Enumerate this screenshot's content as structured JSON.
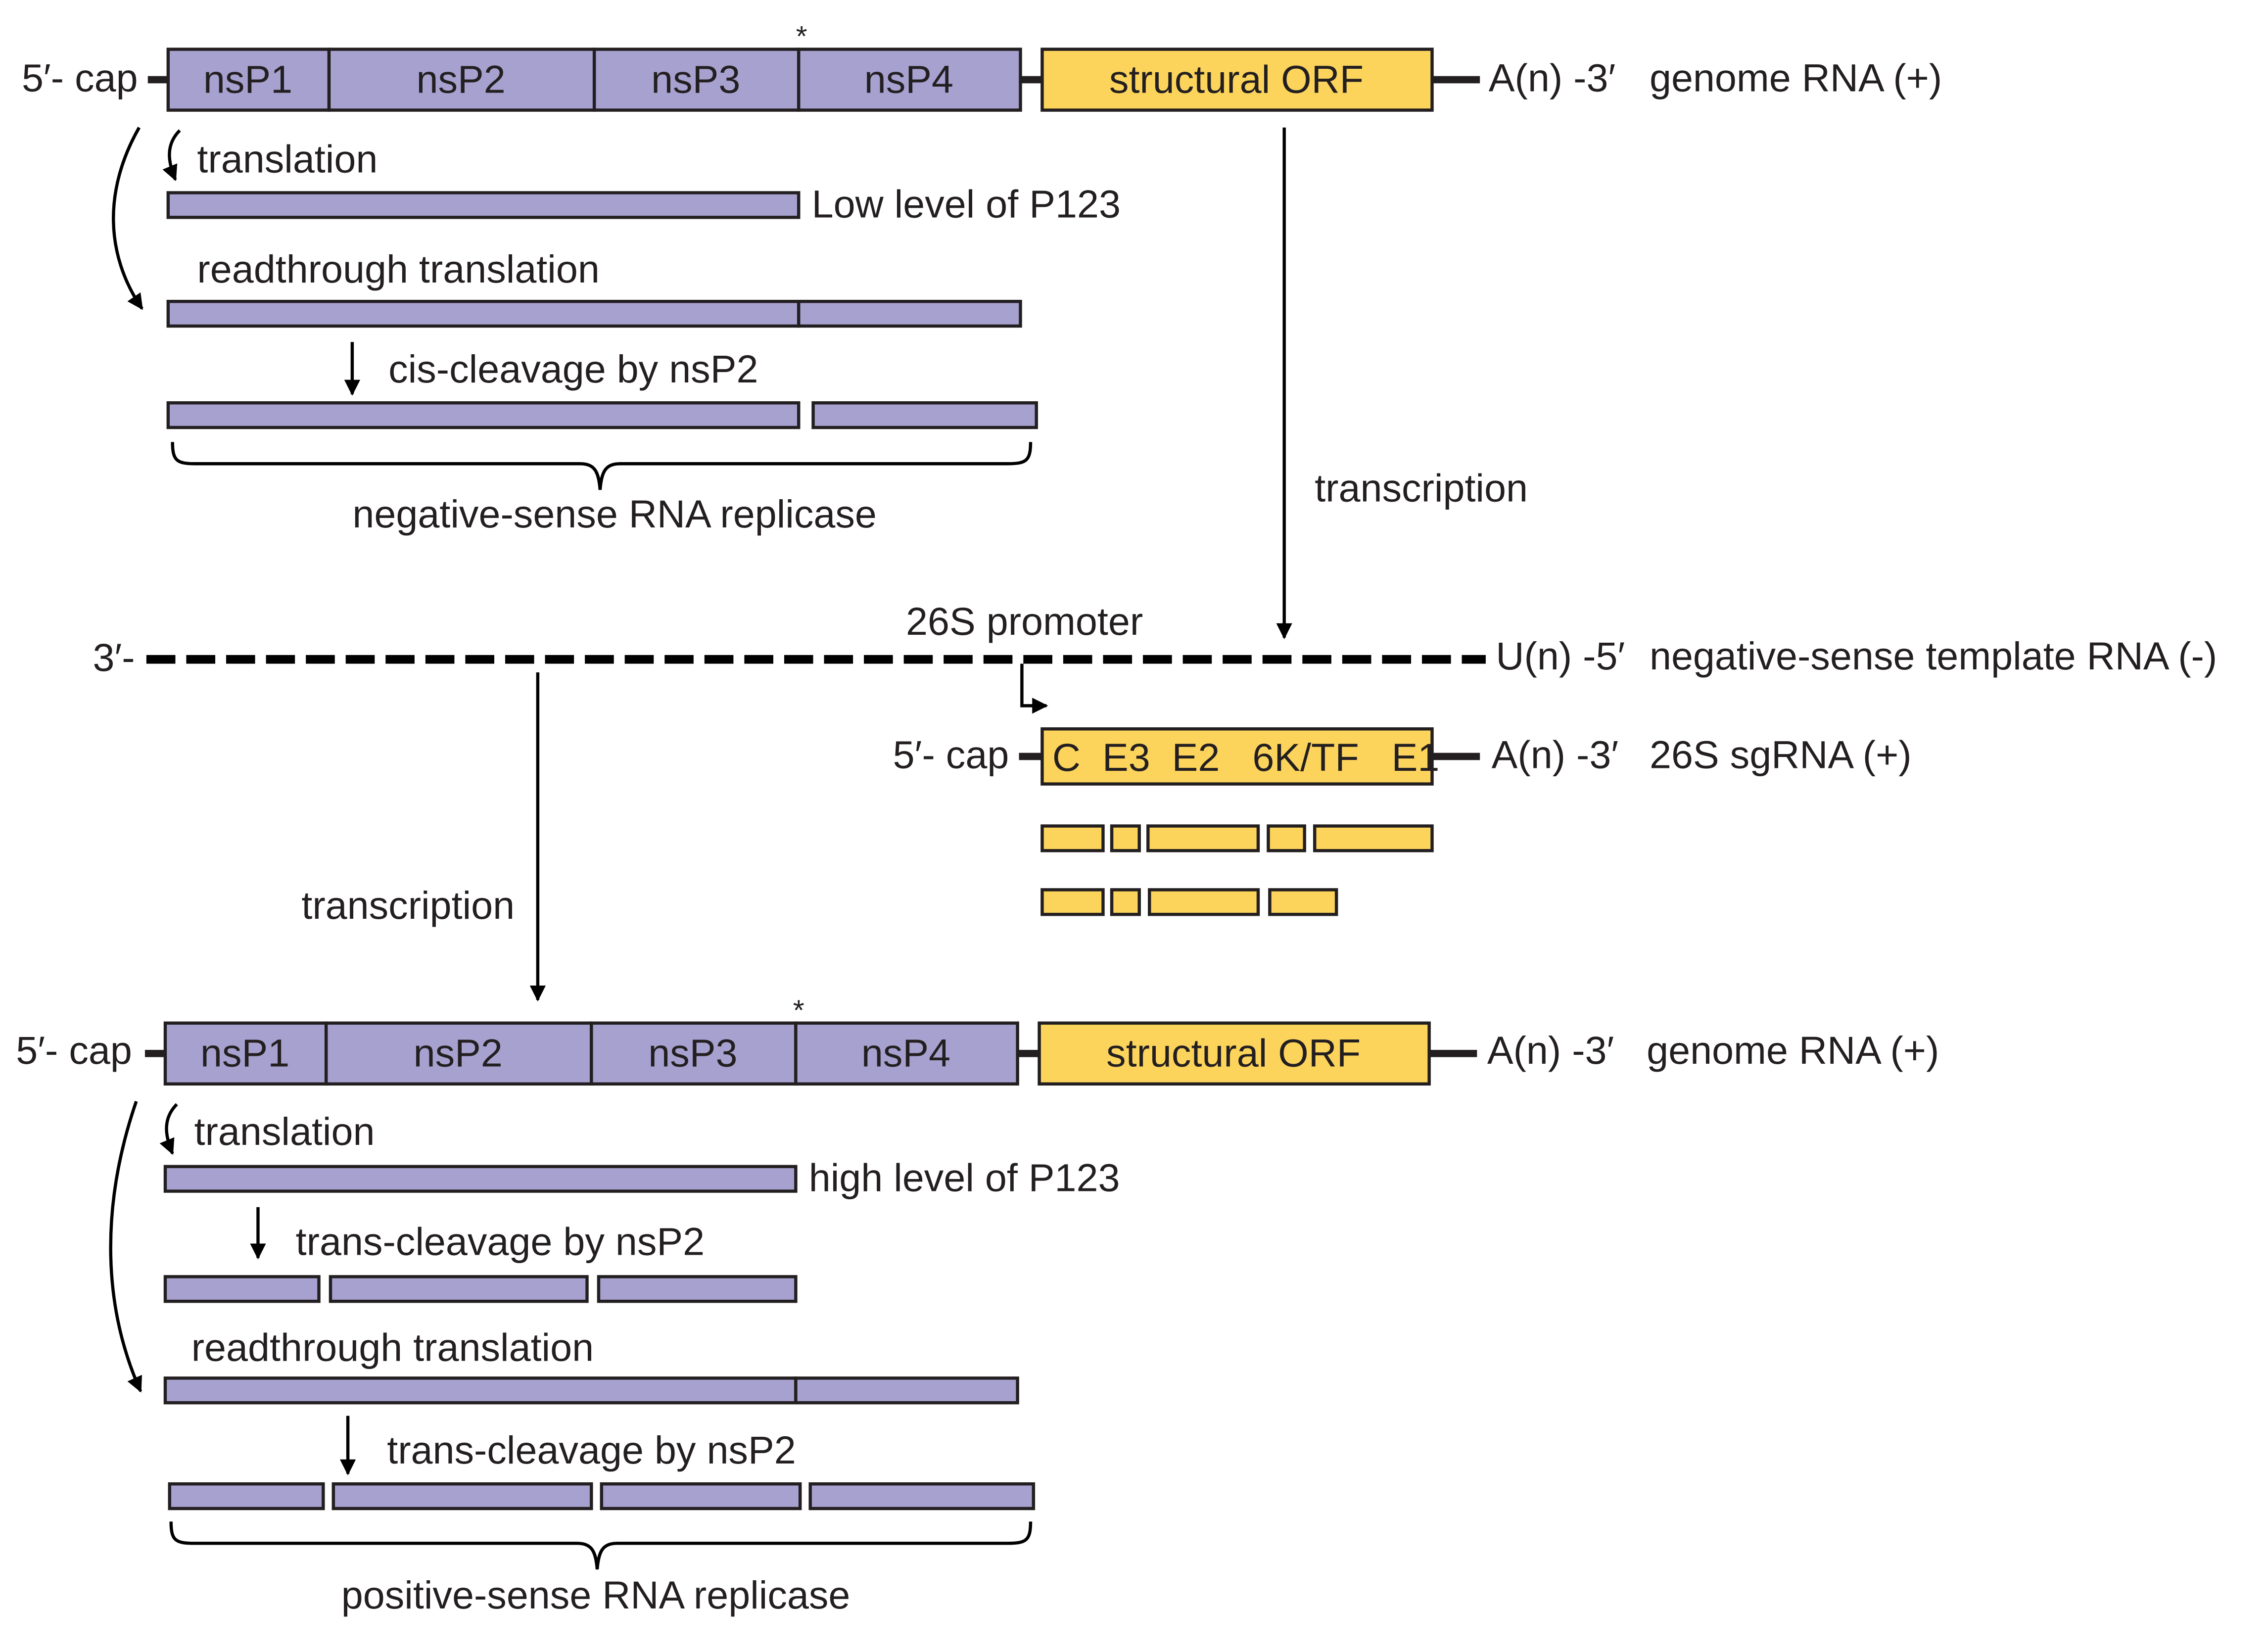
{
  "colors": {
    "nonstructural": "#A6A1CF",
    "structural": "#FCD45C",
    "outline": "#231F20"
  },
  "top_genome": {
    "five_prime": "5′- cap",
    "segments": [
      "nsP1",
      "nsP2",
      "nsP3",
      "nsP4"
    ],
    "asterisk": "*",
    "structural": "structural ORF",
    "three_prime": "A(n) -3′",
    "name": "genome RNA (+)"
  },
  "top_steps": {
    "translation": "translation",
    "p123_label": "Low level of P123",
    "readthrough": "readthrough translation",
    "cleavage": "cis-cleavage by nsP2",
    "replicase": "negative-sense RNA replicase",
    "transcription_right": "transcription"
  },
  "template": {
    "three_prime": "3′-",
    "promoter": "26S promoter",
    "five_prime": "U(n) -5′",
    "name": "negative-sense template RNA (-)"
  },
  "sgrna": {
    "five_prime": "5′- cap",
    "genes": "C  E3  E2   6K/TF   E1",
    "three_prime": "A(n) -3′",
    "name": "26S sgRNA (+)"
  },
  "middle": {
    "transcription_left": "transcription"
  },
  "bottom_genome": {
    "five_prime": "5′- cap",
    "segments": [
      "nsP1",
      "nsP2",
      "nsP3",
      "nsP4"
    ],
    "asterisk": "*",
    "structural": "structural ORF",
    "three_prime": "A(n) -3′",
    "name": "genome RNA (+)"
  },
  "bottom_steps": {
    "translation": "translation",
    "p123_label": "high level of P123",
    "cleavage1": "trans-cleavage by nsP2",
    "readthrough": "readthrough translation",
    "cleavage2": "trans-cleavage by nsP2",
    "replicase": "positive-sense RNA replicase"
  }
}
